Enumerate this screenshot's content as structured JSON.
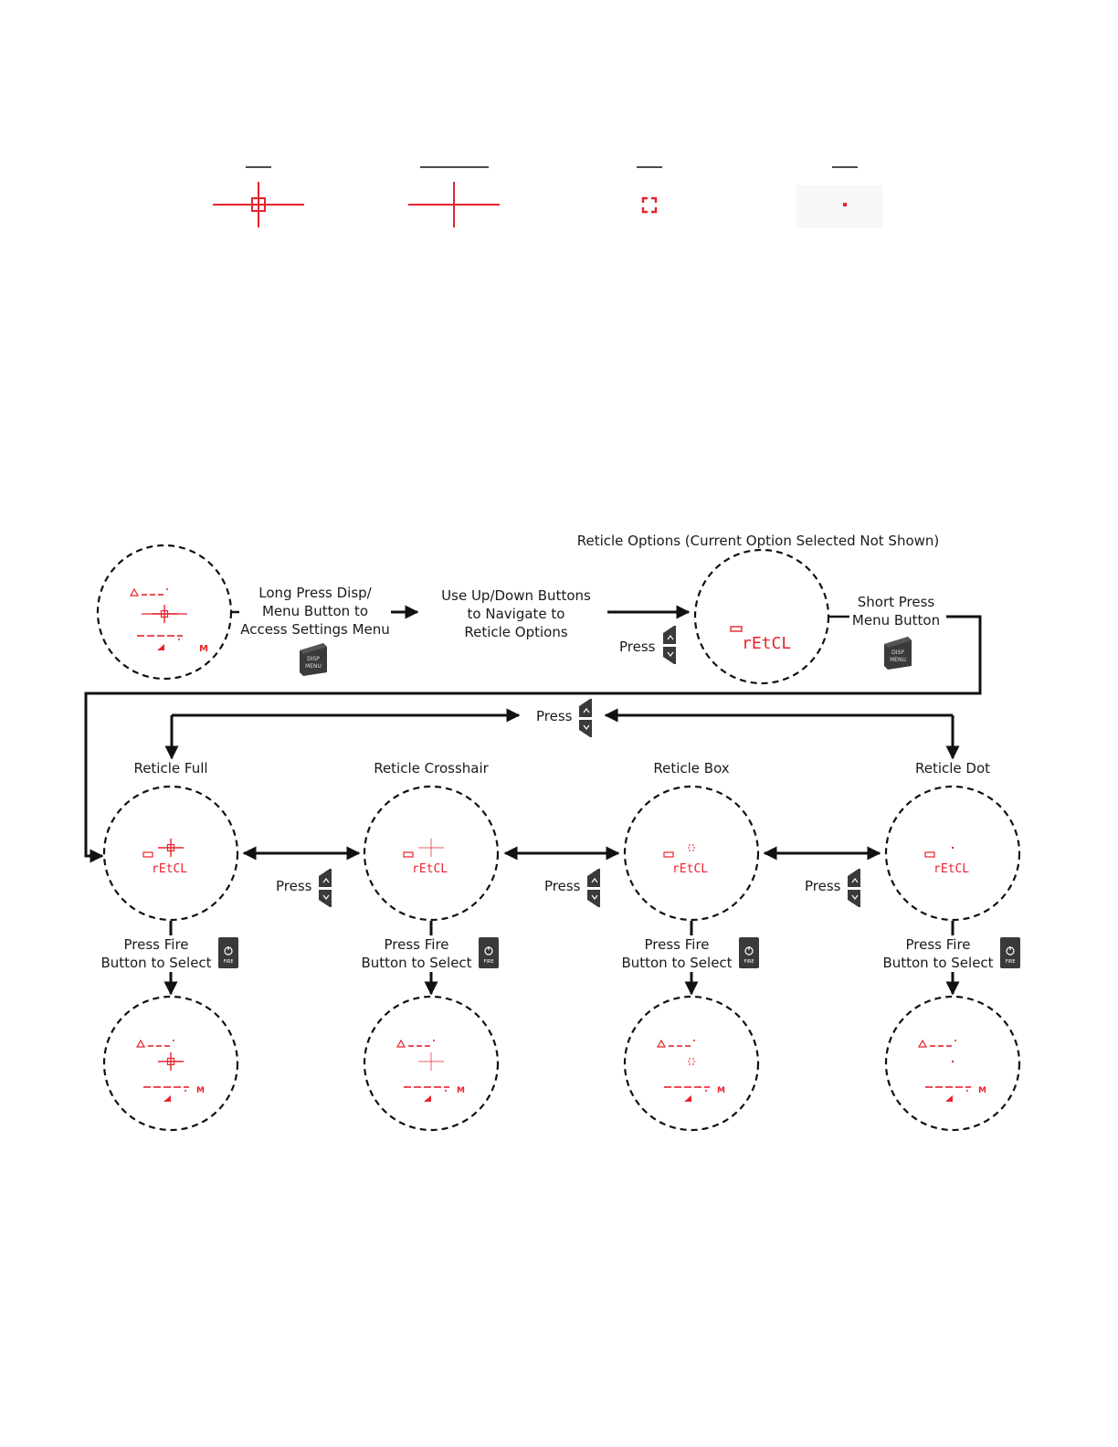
{
  "colors": {
    "accent": "#e8222b",
    "line": "#111111",
    "button": "#3a3a3a"
  },
  "flow": {
    "step_long_press": [
      "Long Press Disp/",
      "Menu Button to",
      "Access Settings Menu"
    ],
    "step_navigate": [
      "Use Up/Down Buttons",
      "to Navigate to",
      "Reticle Options"
    ],
    "reticle_options_title": "Reticle Options (Current Option Selected Not Shown)",
    "short_press": [
      "Short Press",
      "Menu Button"
    ],
    "press_label": "Press",
    "press_fire": [
      "Press Fire",
      "Button to Select"
    ],
    "display_text": "rEtCL",
    "unit_label": "M",
    "disp_button_text": [
      "DISP",
      "MENU"
    ],
    "fire_button_text": "FIRE"
  },
  "reticles": [
    {
      "name": "Reticle Full",
      "icon": "reticle-full-icon"
    },
    {
      "name": "Reticle Crosshair",
      "icon": "reticle-crosshair-icon"
    },
    {
      "name": "Reticle Box",
      "icon": "reticle-box-icon"
    },
    {
      "name": "Reticle Dot",
      "icon": "reticle-dot-icon"
    }
  ]
}
